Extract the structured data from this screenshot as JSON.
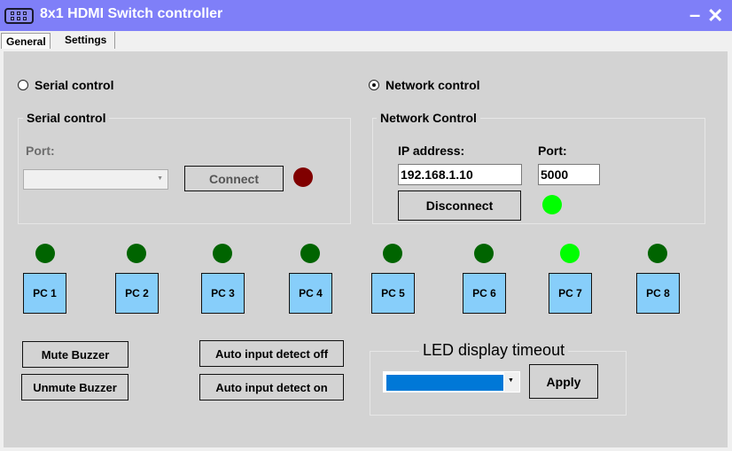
{
  "window": {
    "title": "8x1 HDMI Switch controller",
    "icon": "hdmi-switch-icon",
    "minimize_glyph": "–",
    "close_glyph": "✕"
  },
  "tabs": [
    {
      "label": "General",
      "active": true
    },
    {
      "label": "Settings",
      "active": false
    }
  ],
  "mode": {
    "serial_radio": {
      "label": "Serial control",
      "checked": false
    },
    "network_radio": {
      "label": "Network control",
      "checked": true
    }
  },
  "serial_group": {
    "title": "Serial control",
    "port_label": "Port:",
    "port_value": "",
    "connect_label": "Connect",
    "status_led": {
      "state": "disconnected",
      "color": "#800000"
    }
  },
  "network_group": {
    "title": "Network Control",
    "ip_label": "IP address:",
    "ip_value": "192.168.1.10",
    "port_label": "Port:",
    "port_value": "5000",
    "disconnect_label": "Disconnect",
    "status_led": {
      "state": "connected",
      "color": "#00ff00"
    }
  },
  "inputs": [
    {
      "label": "PC 1",
      "active": false
    },
    {
      "label": "PC 2",
      "active": false
    },
    {
      "label": "PC 3",
      "active": false
    },
    {
      "label": "PC 4",
      "active": false
    },
    {
      "label": "PC 5",
      "active": false
    },
    {
      "label": "PC 6",
      "active": false
    },
    {
      "label": "PC 7",
      "active": true
    },
    {
      "label": "PC 8",
      "active": false
    }
  ],
  "led_colors": {
    "active": "#00ff00",
    "inactive": "#006400"
  },
  "buzzer": {
    "mute_label": "Mute Buzzer",
    "unmute_label": "Unmute Buzzer"
  },
  "auto_detect": {
    "off_label": "Auto input detect off",
    "on_label": "Auto input detect on"
  },
  "led_timeout": {
    "title": "LED display timeout",
    "selected_value": "",
    "apply_label": "Apply"
  },
  "colors": {
    "titlebar": "#7f7ff8",
    "panel": "#d3d3d3",
    "pc_button": "#87cefa",
    "selection": "#0078d7"
  }
}
